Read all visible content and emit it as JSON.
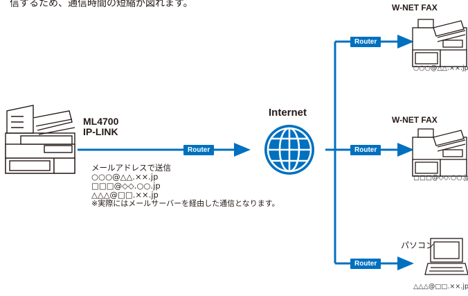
{
  "intro_text": "信するため、通信時間の短縮が図れます。",
  "sender": {
    "name_line1": "ML4700",
    "name_line2": "IP-LINK",
    "mail_lines": [
      "メールアドレスで送信",
      "○○○@△△.××.jp",
      "□□□@◇◇.○○.jp",
      "△△△@□□.××.jp",
      "※実際にはメールサーバーを経由した通信となります。"
    ]
  },
  "internet_label": "Internet",
  "router_label": "Router",
  "destinations": [
    {
      "title": "W-NET FAX",
      "address": "○○○@△△.××.jp"
    },
    {
      "title": "W-NET FAX",
      "address": "□□□@◇◇.○○.jp"
    },
    {
      "title": "パソコン",
      "address": "△△△@□□.××.jp"
    }
  ],
  "colors": {
    "line": "#0070c0",
    "label_bg": "#0070c0",
    "machine_fill": "#ffffff",
    "machine_stroke": "#231815"
  }
}
